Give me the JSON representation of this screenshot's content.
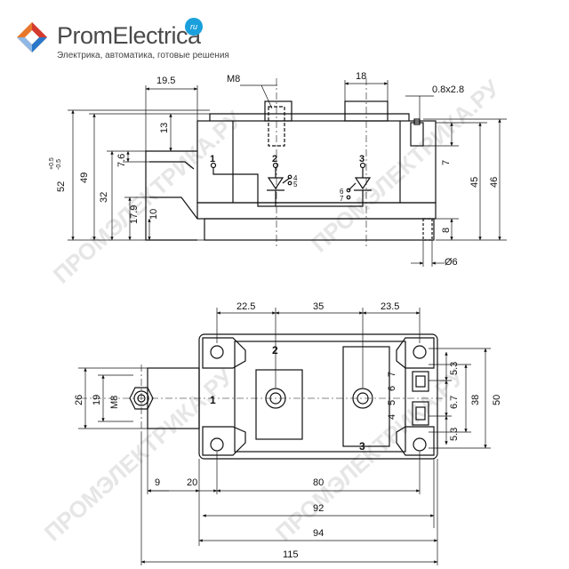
{
  "brand": {
    "name": "PromElectrica",
    "tld": "ru",
    "tagline": "Электрика, автоматика, готовые решения",
    "colors": {
      "orange": "#e8772b",
      "blue": "#2a77c9",
      "red": "#d43a2f",
      "gray": "#4a4a4a"
    }
  },
  "watermark": "ПРОМЭЛЕКТРИКА.РУ",
  "side_view": {
    "dims": {
      "d19_5": "19.5",
      "m8": "M8",
      "d18": "18",
      "d0_8x2_8": "0.8x2.8",
      "d13": "13",
      "d7_6": "7.6",
      "d49": "49",
      "d32": "32",
      "d17_9": "17.9",
      "d10": "10",
      "d45": "45",
      "d46": "46",
      "d7": "7",
      "d8": "8",
      "d6": "Ø6",
      "d52": "52",
      "tol_plus": "+0.5",
      "tol_minus": "-0.5"
    },
    "terminals": {
      "t1": "1",
      "t2": "2",
      "t3": "3",
      "p4": "4",
      "p5": "5",
      "p6": "6",
      "p7": "7"
    }
  },
  "top_view": {
    "dims": {
      "d22_5": "22.5",
      "d35": "35",
      "d23_5": "23.5",
      "d26": "26",
      "d19": "19",
      "m8": "M8",
      "d5_3a": "5.3",
      "d6_7": "6.7",
      "d5_3b": "5.3",
      "d38": "38",
      "d50": "50",
      "d9": "9",
      "d20": "20",
      "d80": "80",
      "d92": "92",
      "d94": "94",
      "d115": "115"
    },
    "labels": {
      "t1": "1",
      "t2": "2",
      "t3": "3",
      "p4": "4",
      "p5": "5",
      "p6": "6",
      "p7": "7"
    }
  }
}
